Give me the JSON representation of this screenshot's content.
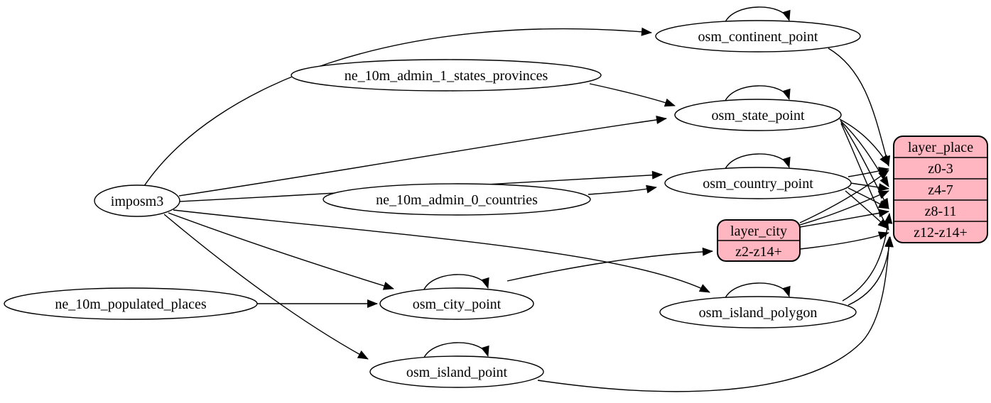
{
  "diagram": {
    "type": "graphviz-digraph-etl",
    "colors": {
      "background": "#ffffff",
      "node_fill": "#ffffff",
      "record_fill": "#ffb6c1",
      "stroke": "#000000"
    },
    "nodes": {
      "imposm3": "imposm3",
      "ne_10m_admin_1_states_provinces": "ne_10m_admin_1_states_provinces",
      "ne_10m_admin_0_countries": "ne_10m_admin_0_countries",
      "ne_10m_populated_places": "ne_10m_populated_places",
      "osm_continent_point": "osm_continent_point",
      "osm_state_point": "osm_state_point",
      "osm_country_point": "osm_country_point",
      "osm_city_point": "osm_city_point",
      "osm_island_polygon": "osm_island_polygon",
      "osm_island_point": "osm_island_point"
    },
    "records": {
      "layer_city": {
        "title": "layer_city",
        "rows": [
          "z2-z14+"
        ]
      },
      "layer_place": {
        "title": "layer_place",
        "rows": [
          "z0-3",
          "z4-7",
          "z8-11",
          "z12-z14+"
        ]
      }
    },
    "edges": [
      {
        "from": "imposm3",
        "to": "osm_continent_point"
      },
      {
        "from": "imposm3",
        "to": "osm_state_point"
      },
      {
        "from": "imposm3",
        "to": "osm_country_point"
      },
      {
        "from": "imposm3",
        "to": "osm_city_point"
      },
      {
        "from": "imposm3",
        "to": "osm_island_polygon"
      },
      {
        "from": "imposm3",
        "to": "osm_island_point"
      },
      {
        "from": "ne_10m_admin_1_states_provinces",
        "to": "osm_state_point"
      },
      {
        "from": "ne_10m_admin_0_countries",
        "to": "osm_country_point"
      },
      {
        "from": "ne_10m_populated_places",
        "to": "osm_city_point"
      },
      {
        "from": "osm_continent_point",
        "to": "osm_continent_point"
      },
      {
        "from": "osm_state_point",
        "to": "osm_state_point"
      },
      {
        "from": "osm_country_point",
        "to": "osm_country_point"
      },
      {
        "from": "osm_city_point",
        "to": "osm_city_point"
      },
      {
        "from": "osm_island_polygon",
        "to": "osm_island_polygon"
      },
      {
        "from": "osm_island_point",
        "to": "osm_island_point"
      },
      {
        "from": "osm_continent_point",
        "to": "layer_place:z0-3"
      },
      {
        "from": "osm_state_point",
        "to": "layer_place:z0-3"
      },
      {
        "from": "osm_state_point",
        "to": "layer_place:z4-7"
      },
      {
        "from": "osm_state_point",
        "to": "layer_place:z8-11"
      },
      {
        "from": "osm_state_point",
        "to": "layer_place:z12-z14+"
      },
      {
        "from": "osm_country_point",
        "to": "layer_place:z0-3"
      },
      {
        "from": "osm_country_point",
        "to": "layer_place:z4-7"
      },
      {
        "from": "osm_country_point",
        "to": "layer_place:z8-11"
      },
      {
        "from": "osm_country_point",
        "to": "layer_place:z12-z14+"
      },
      {
        "from": "osm_city_point",
        "to": "layer_city:z2-z14+"
      },
      {
        "from": "layer_city",
        "to": "layer_place:z0-3"
      },
      {
        "from": "layer_city",
        "to": "layer_place:z4-7"
      },
      {
        "from": "layer_city",
        "to": "layer_place:z8-11"
      },
      {
        "from": "layer_city",
        "to": "layer_place:z12-z14+"
      },
      {
        "from": "osm_island_polygon",
        "to": "layer_place:z8-11"
      },
      {
        "from": "osm_island_polygon",
        "to": "layer_place:z12-z14+"
      },
      {
        "from": "osm_island_point",
        "to": "layer_place:z12-z14+"
      }
    ]
  }
}
